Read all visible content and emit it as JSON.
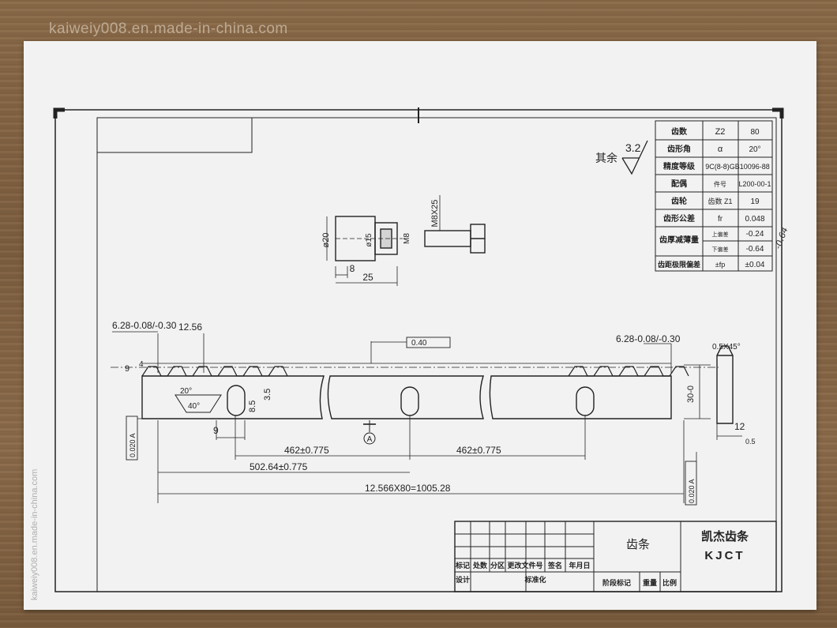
{
  "watermark_top": "kaiweiy008.en.made-in-china.com",
  "watermark_side": "kaiweiy008.en.made-in-china.com",
  "roughness": {
    "label": "其余",
    "value": "3.2"
  },
  "params_table": [
    {
      "label": "齿数",
      "sym": "Z2",
      "value": "80"
    },
    {
      "label": "齿形角",
      "sym": "α",
      "value": "20°"
    },
    {
      "label": "精度等级",
      "sym": "",
      "value": "9C(8-8)GB10096-88"
    },
    {
      "label": "配偶",
      "sym": "件号",
      "value": "L200-00-1"
    },
    {
      "label": "齿轮",
      "sym": "齿数  Z1",
      "value": "19"
    },
    {
      "label": "齿形公差",
      "sym": "fr",
      "value": "0.048"
    },
    {
      "label": "齿厚减薄量",
      "sym": "上偏差",
      "value": "-0.24"
    },
    {
      "label": "",
      "sym": "下偏差",
      "value": "-0.64"
    },
    {
      "label": "齿距极限偏差",
      "sym": "±fp",
      "value": "±0.04"
    }
  ],
  "handwritten_note": "-0.64",
  "bolt": {
    "dims": [
      "ø20",
      "ø15",
      "M8",
      "8",
      "25",
      "M8X25"
    ]
  },
  "rack": {
    "dims_left": [
      "6.28-0.08/-0.30",
      "12.56",
      "9",
      "4",
      "20°",
      "40°",
      "8.5",
      "3.5",
      "9"
    ],
    "dims_right": [
      "6.28-0.08/-0.30",
      "0.5X45°",
      "30-0",
      "12"
    ],
    "flatness": "0.40",
    "datum": "A",
    "tolerance": "0.020 A",
    "dim_462_a": "462±0.775",
    "dim_462_b": "462±0.775",
    "dim_502": "502.64±0.775",
    "dim_total": "12.566X80=1005.28",
    "roughness_small": "0.5"
  },
  "title_block": {
    "part_name": "齿条",
    "company_cn": "凯杰齿条",
    "company_en": "KJCT",
    "row_labels": [
      "标记",
      "处数",
      "分区",
      "更改文件号",
      "签名",
      "年月日"
    ],
    "sign_labels": [
      "设计",
      "标准化"
    ],
    "footer_labels": [
      "阶段标记",
      "重量",
      "比例"
    ]
  }
}
